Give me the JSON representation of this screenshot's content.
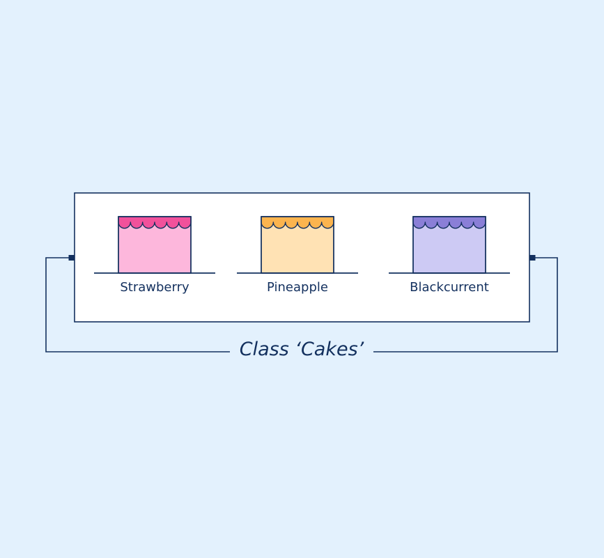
{
  "diagram": {
    "class_label": "Class ‘Cakes’",
    "line_color": "#13305e",
    "background_color": "#e3f1fd",
    "box_fill": "#ffffff",
    "cakes": [
      {
        "name": "Strawberry",
        "icon": "cake-icon",
        "body_color": "#fdb7dc",
        "frosting_color": "#f1519b"
      },
      {
        "name": "Pineapple",
        "icon": "cake-icon",
        "body_color": "#ffe2b4",
        "frosting_color": "#fbb44e"
      },
      {
        "name": "Blackcurrent",
        "icon": "cake-icon",
        "body_color": "#cdcaf4",
        "frosting_color": "#8a7fd7"
      }
    ]
  }
}
